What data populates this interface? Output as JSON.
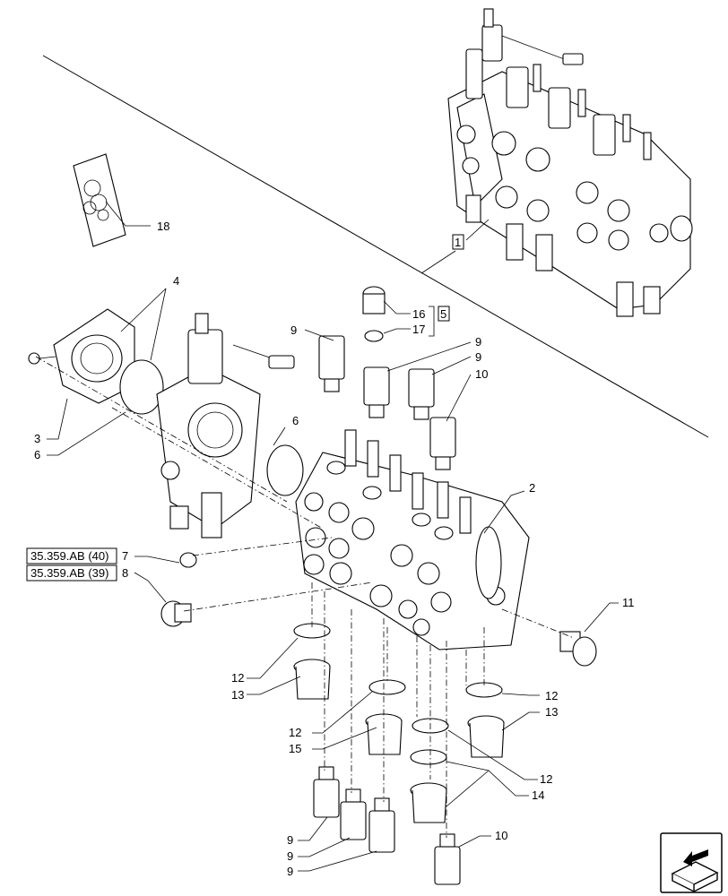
{
  "callouts": {
    "c1": "1",
    "c2": "2",
    "c3": "3",
    "c4": "4",
    "c5": "5",
    "c6": "6",
    "c7": "7",
    "c8": "8",
    "c9": "9",
    "c10": "10",
    "c11": "11",
    "c12": "12",
    "c13": "13",
    "c14": "14",
    "c15": "15",
    "c16": "16",
    "c17": "17",
    "c18": "18"
  },
  "refs": {
    "r40": "35.359.AB (40)",
    "r39": "35.359.AB (39)"
  },
  "icons": {
    "navigation": "next-page-arrow-icon"
  }
}
